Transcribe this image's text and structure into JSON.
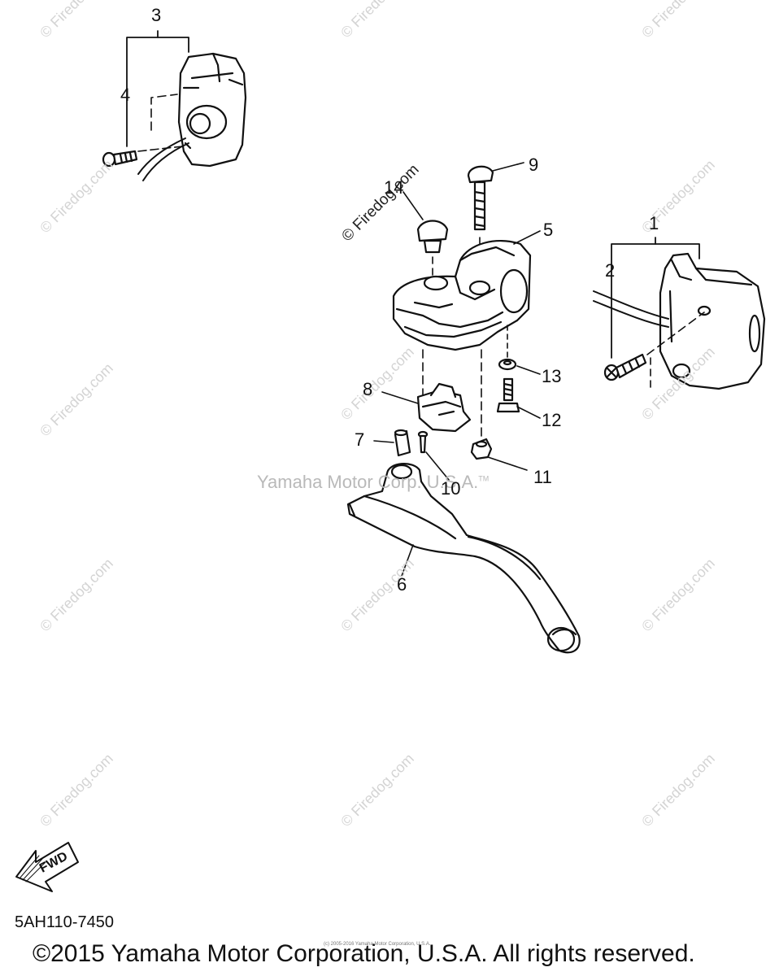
{
  "watermark": {
    "text": "© Firedog.com"
  },
  "center_watermark": "Yamaha Motor Corp. U.S.A.",
  "center_watermark_tm": "TM",
  "callouts": [
    {
      "id": "c1",
      "label": "1"
    },
    {
      "id": "c2",
      "label": "2"
    },
    {
      "id": "c3",
      "label": "3"
    },
    {
      "id": "c4",
      "label": "4"
    },
    {
      "id": "c5",
      "label": "5"
    },
    {
      "id": "c6",
      "label": "6"
    },
    {
      "id": "c7",
      "label": "7"
    },
    {
      "id": "c8",
      "label": "8"
    },
    {
      "id": "c9",
      "label": "9"
    },
    {
      "id": "c10",
      "label": "10"
    },
    {
      "id": "c11",
      "label": "11"
    },
    {
      "id": "c12",
      "label": "12"
    },
    {
      "id": "c13",
      "label": "13"
    },
    {
      "id": "c14",
      "label": "14"
    }
  ],
  "fwd_label": "FWD",
  "part_code": "5AH110-7450",
  "small_print": "(c) 2005-2016 Yamaha Motor Corporation, U.S.A.",
  "copyright": "©2015 Yamaha Motor Corporation, U.S.A. All rights reserved."
}
